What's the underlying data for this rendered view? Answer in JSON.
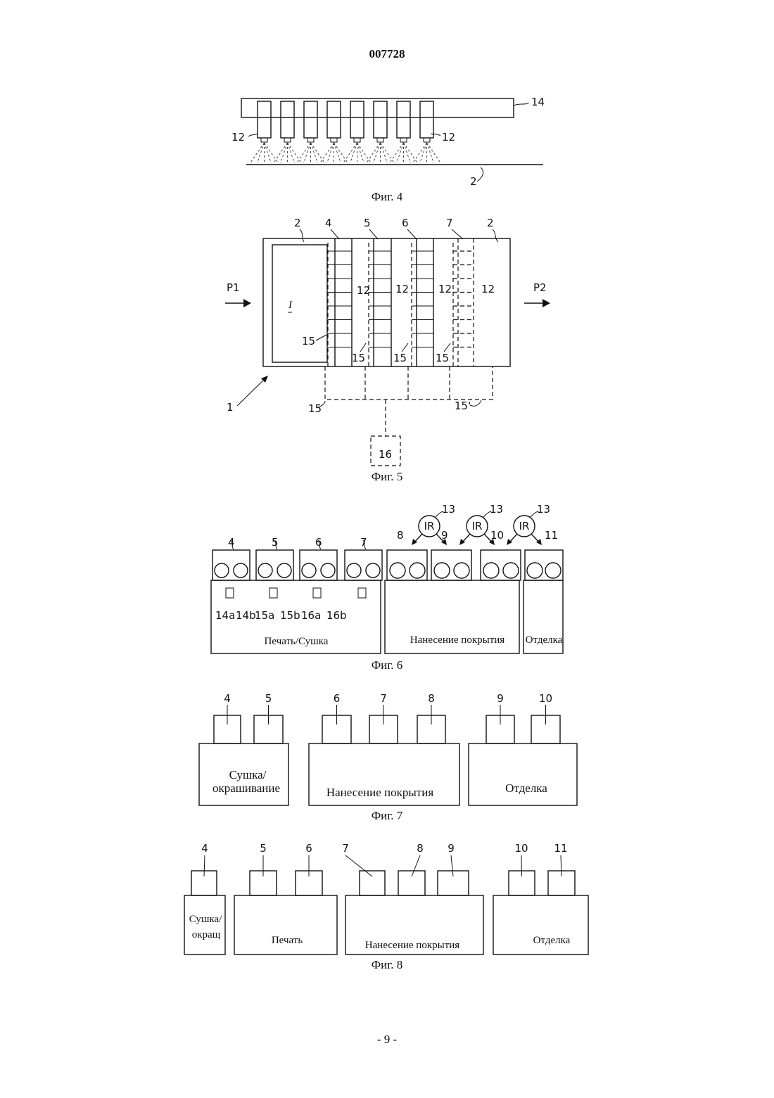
{
  "header": {
    "doc_number": "007728"
  },
  "footer": {
    "page_number": "- 9 -"
  },
  "fig4": {
    "caption": "Фиг. 4",
    "refs": {
      "rail": "14",
      "head_left": "12",
      "head_right": "12",
      "substrate": "2"
    }
  },
  "fig5": {
    "caption": "Фиг. 5",
    "refs": {
      "top": [
        "2",
        "4",
        "5",
        "6",
        "7",
        "2"
      ],
      "heads": [
        "12",
        "12",
        "12",
        "12"
      ],
      "supply": [
        "15",
        "15",
        "15",
        "15"
      ],
      "bottom": [
        "15",
        "15'"
      ],
      "unit": "16",
      "device": "1",
      "image": "I"
    },
    "arrows": {
      "in": "P1",
      "out": "P2"
    }
  },
  "fig6": {
    "caption": "Фиг. 6",
    "stations_print": [
      "4",
      "5",
      "6",
      "7"
    ],
    "stations_coat": [
      "8",
      "9",
      "10"
    ],
    "station_finish": "11",
    "lamp_refs": [
      "13",
      "13",
      "13"
    ],
    "lamp_label": "IR",
    "sub_labels": [
      "14a",
      "14b",
      "15a",
      "15b",
      "16a",
      "16b"
    ],
    "section_labels": {
      "print_dry": "Печать/Сушка",
      "coat": "Нанесение покрытия",
      "finish": "Отделка"
    }
  },
  "fig7": {
    "caption": "Фиг. 7",
    "stations": [
      "4",
      "5",
      "6",
      "7",
      "8",
      "9",
      "10"
    ],
    "section_labels": {
      "dry_line1": "Сушка/",
      "dry_line2": "окрашивание",
      "coat": "Нанесение покрытия",
      "finish": "Отделка"
    }
  },
  "fig8": {
    "caption": "Фиг. 8",
    "stations": [
      "4",
      "5",
      "6",
      "7",
      "8",
      "9",
      "10",
      "11"
    ],
    "section_labels": {
      "dry_line1": "Сушка/",
      "dry_line2": "окращ",
      "print": "Печать",
      "coat": "Нанесение покрытия",
      "finish": "Отделка"
    }
  }
}
